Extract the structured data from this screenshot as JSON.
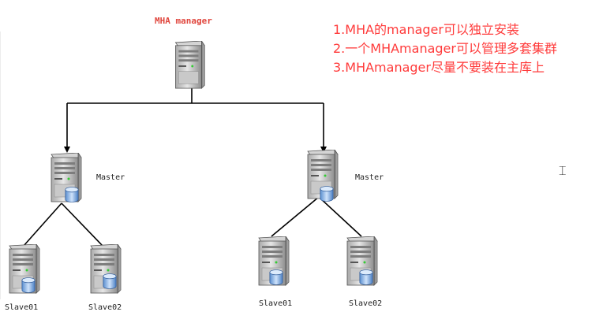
{
  "manager": {
    "label": "MHA manager"
  },
  "notes": [
    "1.MHA的manager可以独立安装",
    "2.一个MHAmanager可以管理多套集群",
    "3.MHAmanager尽量不要装在主库上"
  ],
  "clusters": [
    {
      "master_label": "Master",
      "slaves": [
        "Slave01",
        "Slave02"
      ]
    },
    {
      "master_label": "Master",
      "slaves": [
        "Slave01",
        "Slave02"
      ]
    }
  ],
  "colors": {
    "title": "#e0463d",
    "notes": "#ff3b3b",
    "lines": "#000000"
  },
  "icons": {
    "server": "server-icon",
    "database": "database-icon",
    "cursor": "text-cursor-icon"
  }
}
